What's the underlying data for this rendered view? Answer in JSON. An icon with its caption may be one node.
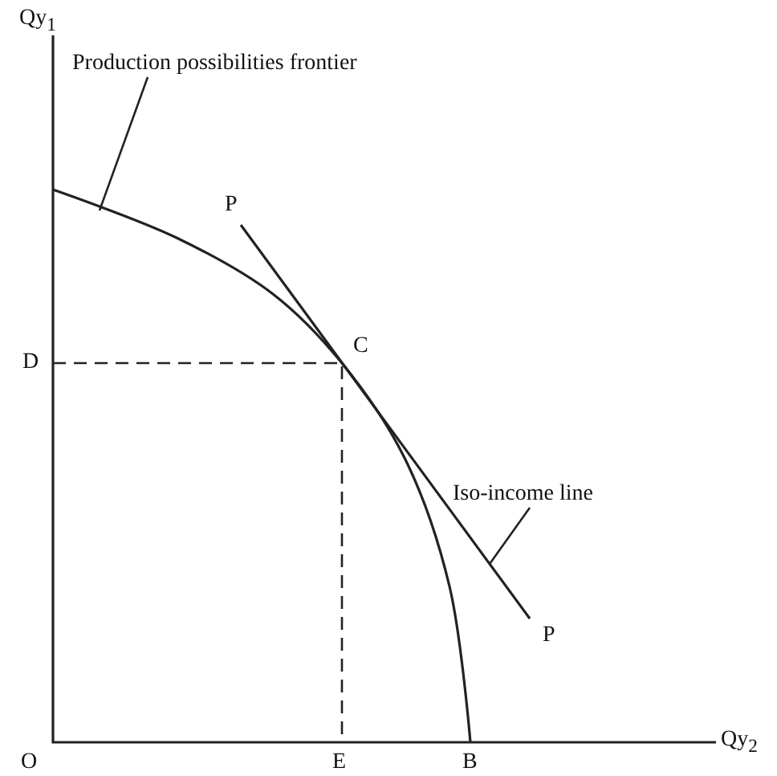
{
  "diagram": {
    "nodes": [
      {
        "text": [
          "Production possibilities frontier"
        ]
      },
      {
        "text": [],
        "shape": "curve"
      },
      {
        "text": [
          "Iso-income line"
        ]
      },
      {
        "text": [],
        "shape": "line"
      }
    ],
    "edges": [
      {
        "from": 0,
        "to": 1,
        "arrow": "none"
      },
      {
        "from": 2,
        "to": 3,
        "arrow": "none"
      }
    ],
    "labels": [
      "Qy$_{1}$",
      "P",
      "C",
      "D",
      "P",
      "O",
      "E",
      "B",
      "Qy$_{2}$"
    ]
  }
}
